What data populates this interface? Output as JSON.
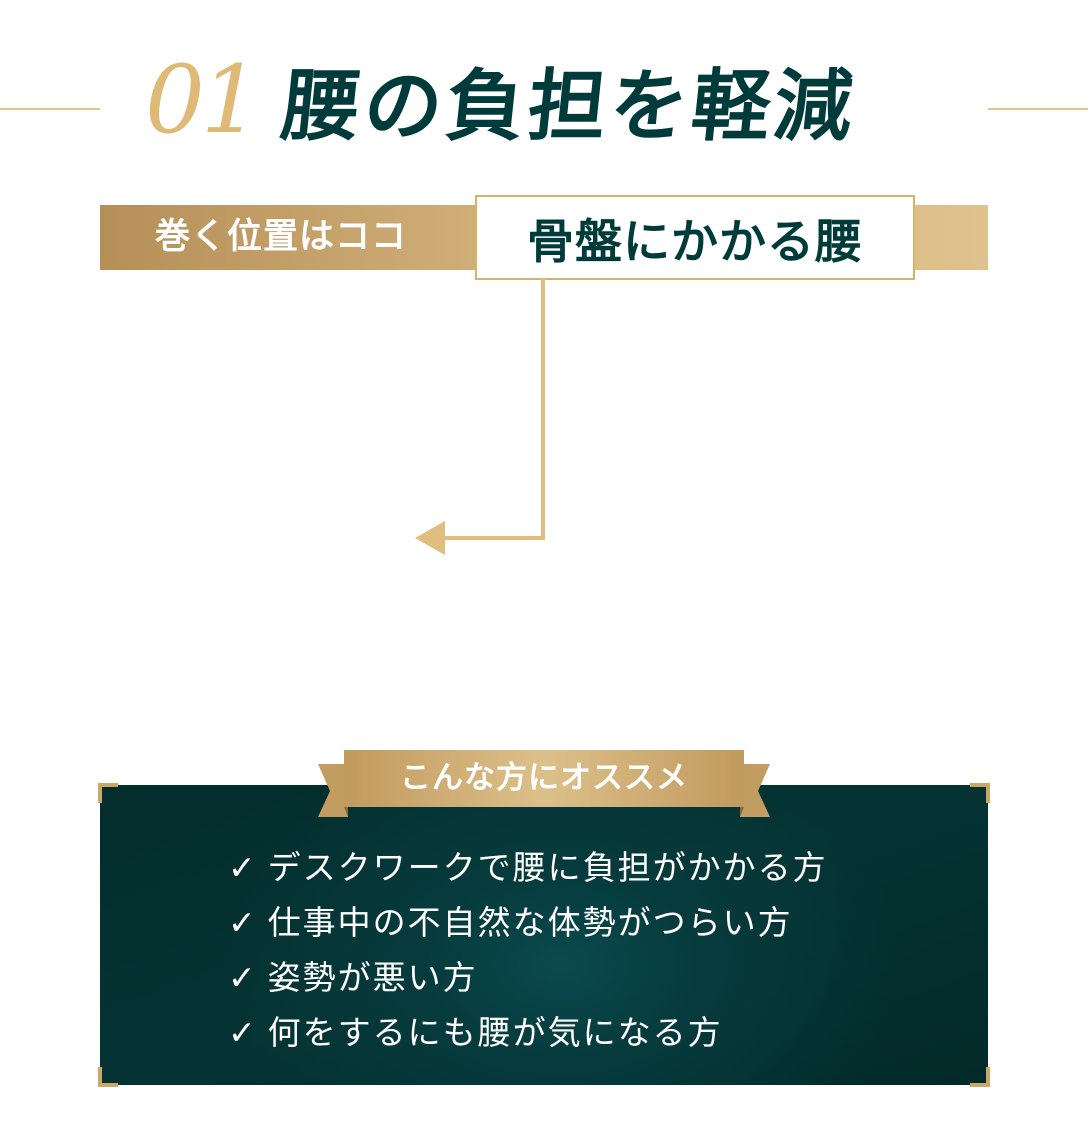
{
  "heading": {
    "number": "01",
    "title": "腰の負担を軽減"
  },
  "position_band": {
    "label": "巻く位置はココ",
    "target": "骨盤にかかる腰"
  },
  "recommend": {
    "badge": "こんな方にオススメ",
    "check_mark": "✓",
    "items": [
      "デスクワークで腰に負担がかかる方",
      "仕事中の不自然な体勢がつらい方",
      "姿勢が悪い方",
      "何をするにも腰が気になる方"
    ]
  },
  "colors": {
    "gold": "#dfba76",
    "dark_teal": "#003b3b",
    "panel": "#042d2d",
    "white": "#ffffff"
  }
}
